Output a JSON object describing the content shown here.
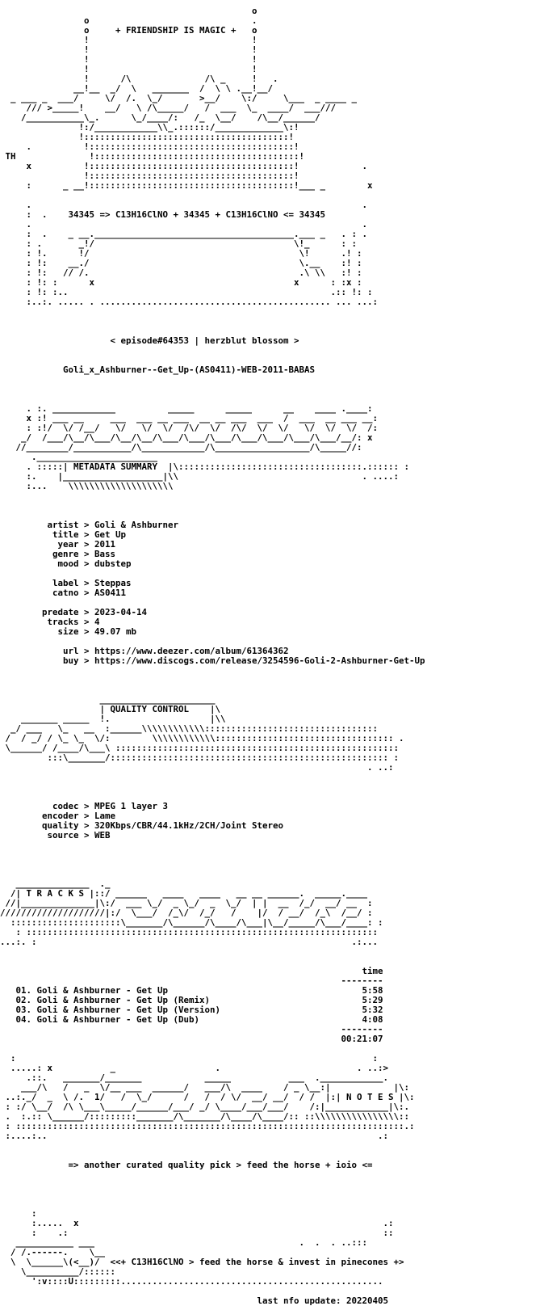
{
  "document": {
    "text_color": "#000000",
    "background_color": "#ffffff",
    "lines": [
      "                                                o",
      "                o                               .",
      "                o     + FRIENDSHIP IS MAGIC +   o",
      "                !                               !",
      "                !                               !",
      "                !                               !",
      "                !                               !",
      "                !      /\\              /\\ _     !   .",
      "              __!__  _/  \\   _______  /  \\ \\ .__!__/",
      "  _ ___ _  ___/     \\/  /.  \\_/       >__/    \\:/     \\___  _ ____ _",
      "     /// >_____!    __/   \\ /\\_____/   /  ___  \\_  ____/  ___///",
      "    /___________\\_.      \\_/____/:   /_  \\__/    /\\__/______/",
      "               !:/____________\\\\_.::::::/_____________\\:!",
      "               !:::::::::::::::::::::::::::::::::::::::!",
      "     .          !:::::::::::::::::::::::::::::::::::::::!",
      " TH              !:::::::::::::::::::::::::::::::::::::::!",
      "     x          !:::::::::::::::::::::::::::::::::::::::!            .",
      "                !:::::::::::::::::::::::::::::::::::::::!",
      "     :      _ __!:::::::::::::::::::::::::::::::::::::::!___ _        x",
      "",
      "     .                                                               .",
      "     :  .    34345 => C13H16ClNO + 34345 + C13H16ClNO <= 34345",
      "     .                                                               .",
      "     :  .    _ __.______________________________________.___ _   . : .",
      "     : .       _!/                                      \\!_      : :",
      "     : !.      !/                                        \\!      .! :",
      "     : !:    __./                                        \\.__    :! :",
      "     : !:   // /.                                        .\\ \\\\   :! :",
      "     : !: :      x                                      x      : :x :",
      "     : !: :..                                                  .:: !: :",
      "     :..:. ..... . ............................................ ... ...:",
      "",
      "",
      "",
      "                     < episode#64353 | herzblut blossom >",
      "",
      "",
      "            Goli_x_Ashburner--Get_Up-(AS0411)-WEB-2011-BABAS",
      "",
      "",
      "",
      "     . :. ____________          _____      _____      __    ____ .____:",
      "     x :! ___ __     ___  ___ __ ___  __ __ ___  ___  /  ___  __ ___ __:",
      "     : :!/  \\/ /__/   \\/   \\/  \\/  /\\/  \\/  /\\/  \\/  \\/   \\/  \\/  \\/  /:",
      "    _/  /___/\\__/\\___/\\__/\\__/\\___/\\___/\\___/\\___/\\___/\\___/\\___/__/: x",
      "   //________/___________/\\____________/\\__________________/\\_____//:",
      "      ._______________________",
      "     . :::::| METADATA SUMMARY  |\\:::::::::::::::::::::::::::::::::::.:::::: :",
      "     :.    |___________________|\\\\                                   . ....:",
      "     :...    \\\\\\\\\\\\\\\\\\\\\\\\\\\\\\\\\\\\\\\\",
      "",
      "",
      "",
      "         artist > Goli & Ashburner",
      "          title > Get Up",
      "           year > 2011",
      "          genre > Bass",
      "           mood > dubstep",
      "",
      "          label > Steppas",
      "          catno > AS0411",
      "",
      "        predate > 2023-04-14",
      "         tracks > 4",
      "           size > 49.07 mb",
      "",
      "            url > https://www.deezer.com/album/61364362",
      "            buy > https://www.discogs.com/release/3254596-Goli-2-Ashburner-Get-Up",
      "",
      "",
      "",
      "                   ______________________",
      "                   | QUALITY CONTROL    |\\",
      "    _______ _____  !.                   |\\\\",
      "  _/ ___   \\_   __  :______\\\\\\\\\\\\\\\\\\\\\\\\:::::::::::::::::::::::::::::::::",
      " /  / _/ / \\_ \\_  \\/:        \\\\\\\\\\\\\\\\\\\\\\\\:::::::::::::::::::::::::::::::::: .",
      " \\______/ /____/\\___\\ ::::::::::::::::::::::::::::::::::::::::::::::::::::::",
      "         :::\\_______/::::::::::::::::::::::::::::::::::::::::::::::::::::: :",
      "                                                                      . ..:",
      "",
      "",
      "",
      "          codec > MPEG 1 layer 3",
      "        encoder > Lame",
      "        quality > 320Kbps/CBR/44.1kHz/2CH/Joint Stereo",
      "         source > WEB",
      "",
      "",
      "",
      "",
      "   ______________  ._",
      "  /| T R A C K S |::/ ______   ____   ____   __ __ ______.  _____.____",
      " //|______________|\\:/  ___ \\_/  _ \\_/  _  \\_/  | |  __  /_/  __/ __  :",
      "////////////////////|:/  \\___/  /_\\/  /_/   /    |/  / __/  /_\\  /__/ :",
      "  :::::::::::::::::::::\\_______/\\______/\\____/\\___|\\__/_____/\\___/____: :",
      "   : :::::::::::::::::::::::::::::::::::::::::::::::::::::::::::::::::::",
      "...:. :                                                            .:...",
      "",
      "",
      "                                                                     time",
      "                                                                 --------",
      "   01. Goli & Ashburner - Get Up                                     5:58",
      "   02. Goli & Ashburner - Get Up (Remix)                             5:29",
      "   03. Goli & Ashburner - Get Up (Version)                           5:32",
      "   04. Goli & Ashburner - Get Up (Dub)                               4:08",
      "                                                                 --------",
      "                                                                 00:21:07",
      "",
      "  :                                                                    :",
      "  .....: x           _                   .                          . ..:>",
      "     .::.   _______/_______            _____           ___  .____________.",
      "    ___/\\   /   _  \\/__ ___  ______/   ___/\\  ____    / _ \\__:|            |\\:",
      " ..:._/  _  \\ /.  1/   /  \\_/      /   /  / \\/  __/ __/  / /  |:| N O T E S |\\:",
      " : :/ \\__/  /\\ \\___\\_____/______/___/ _/ \\____/___/___/    /:|____________|\\:.",
      " .  :.:: \\______/:::::::::_______/\\_______/\\____/\\____/:: ::\\\\\\\\\\\\\\\\\\\\\\\\\\\\\\\\::",
      " : ::::::::::::::::::::::::::::::::::::::::::::::::::::::::::::::::::::::::::.:",
      " :....:..                                                               .:",
      "",
      "",
      "             => another curated quality pick > feed the horse + ioio <=",
      "",
      "",
      "",
      "",
      "      :",
      "      :.....  x                                                          .:",
      "      :    .:                                                            ::",
      "   ___________ ___                                       .  .  . ..:::",
      "  / /.------.    \\__",
      "  \\  \\______\\(<__)/  <<+ C13H16ClNO > feed the horse & invest in pinecones +>",
      "    \\__________/::::::",
      "      ':v::::U:::::::::..................................................",
      "",
      "                                                 last nfo update: 20220405"
    ]
  }
}
